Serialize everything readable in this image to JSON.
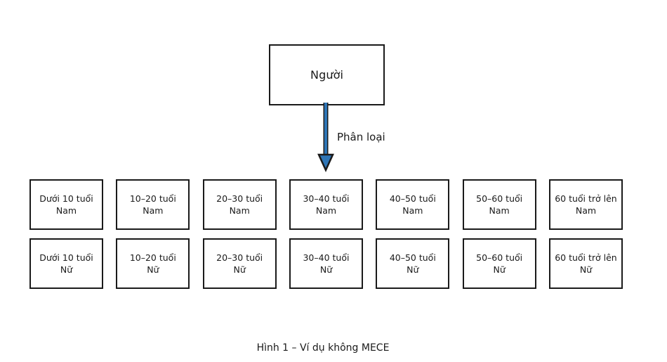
{
  "figure": {
    "caption": "Hình 1 – Ví dụ không MECE",
    "background_color": "#ffffff",
    "stroke_color": "#1a1a1a",
    "accent_color": "#2E75B6"
  },
  "root": {
    "label": "Người"
  },
  "connector": {
    "label": "Phân loại",
    "arrow_color": "#2E75B6",
    "arrow_outline_color": "#1a1a1a",
    "direction": "down"
  },
  "rows": [
    {
      "group": "Nam",
      "boxes": [
        {
          "range": "Dưới 10 tuổi",
          "gender": "Nam"
        },
        {
          "range": "10–20 tuổi",
          "gender": "Nam"
        },
        {
          "range": "20–30 tuổi",
          "gender": "Nam"
        },
        {
          "range": "30–40 tuổi",
          "gender": "Nam"
        },
        {
          "range": "40–50 tuổi",
          "gender": "Nam"
        },
        {
          "range": "50–60 tuổi",
          "gender": "Nam"
        },
        {
          "range": "60 tuổi trở lên",
          "gender": "Nam"
        }
      ]
    },
    {
      "group": "Nữ",
      "boxes": [
        {
          "range": "Dưới 10 tuổi",
          "gender": "Nữ"
        },
        {
          "range": "10–20 tuổi",
          "gender": "Nữ"
        },
        {
          "range": "20–30 tuổi",
          "gender": "Nữ"
        },
        {
          "range": "30–40 tuổi",
          "gender": "Nữ"
        },
        {
          "range": "40–50 tuổi",
          "gender": "Nữ"
        },
        {
          "range": "50–60 tuổi",
          "gender": "Nữ"
        },
        {
          "range": "60 tuổi trở lên",
          "gender": "Nữ"
        }
      ]
    }
  ]
}
